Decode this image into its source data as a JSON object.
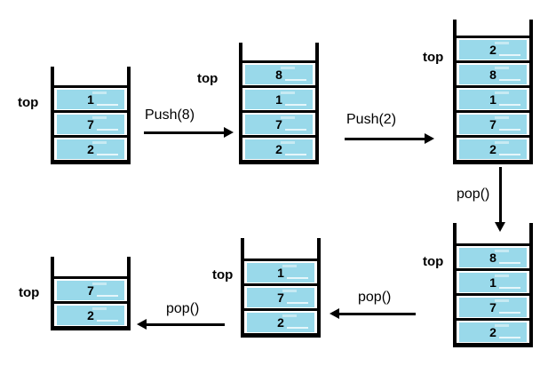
{
  "labels": {
    "top": "top"
  },
  "colors": {
    "cell_fill": "#99D9EA",
    "line": "#000000",
    "background": "#FFFFFF",
    "text": "#000000"
  },
  "stacks": [
    {
      "id": "initial",
      "cells": [
        "1",
        "7",
        "2"
      ]
    },
    {
      "id": "after-push-8",
      "cells": [
        "8",
        "1",
        "7",
        "2"
      ]
    },
    {
      "id": "after-push-2",
      "cells": [
        "2",
        "8",
        "1",
        "7",
        "2"
      ]
    },
    {
      "id": "after-pop-1",
      "cells": [
        "8",
        "1",
        "7",
        "2"
      ]
    },
    {
      "id": "after-pop-2",
      "cells": [
        "1",
        "7",
        "2"
      ]
    },
    {
      "id": "after-pop-3",
      "cells": [
        "7",
        "2"
      ]
    }
  ],
  "operations": [
    {
      "id": "push-8",
      "label": "Push(8)"
    },
    {
      "id": "push-2",
      "label": "Push(2)"
    },
    {
      "id": "pop-1",
      "label": "pop()"
    },
    {
      "id": "pop-2",
      "label": "pop()"
    },
    {
      "id": "pop-3",
      "label": "pop()"
    }
  ]
}
